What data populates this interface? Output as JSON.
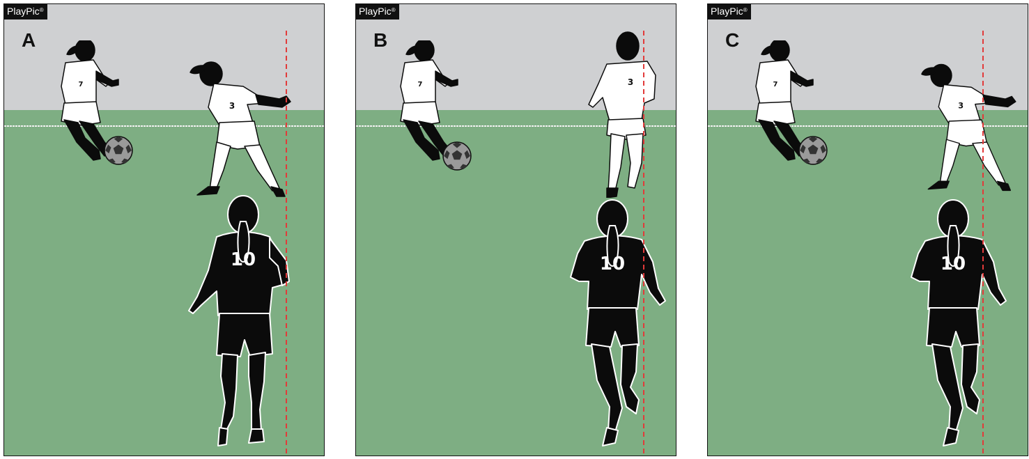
{
  "brand": {
    "name": "PlayPic",
    "mark": "®"
  },
  "colors": {
    "sky": "#cfd0d2",
    "grass": "#7eae83",
    "line": "#e23a3a",
    "player_dark": "#0b0b0b",
    "player_light": "#ffffff"
  },
  "panels": [
    {
      "letter": "A"
    },
    {
      "letter": "B"
    },
    {
      "letter": "C"
    }
  ]
}
